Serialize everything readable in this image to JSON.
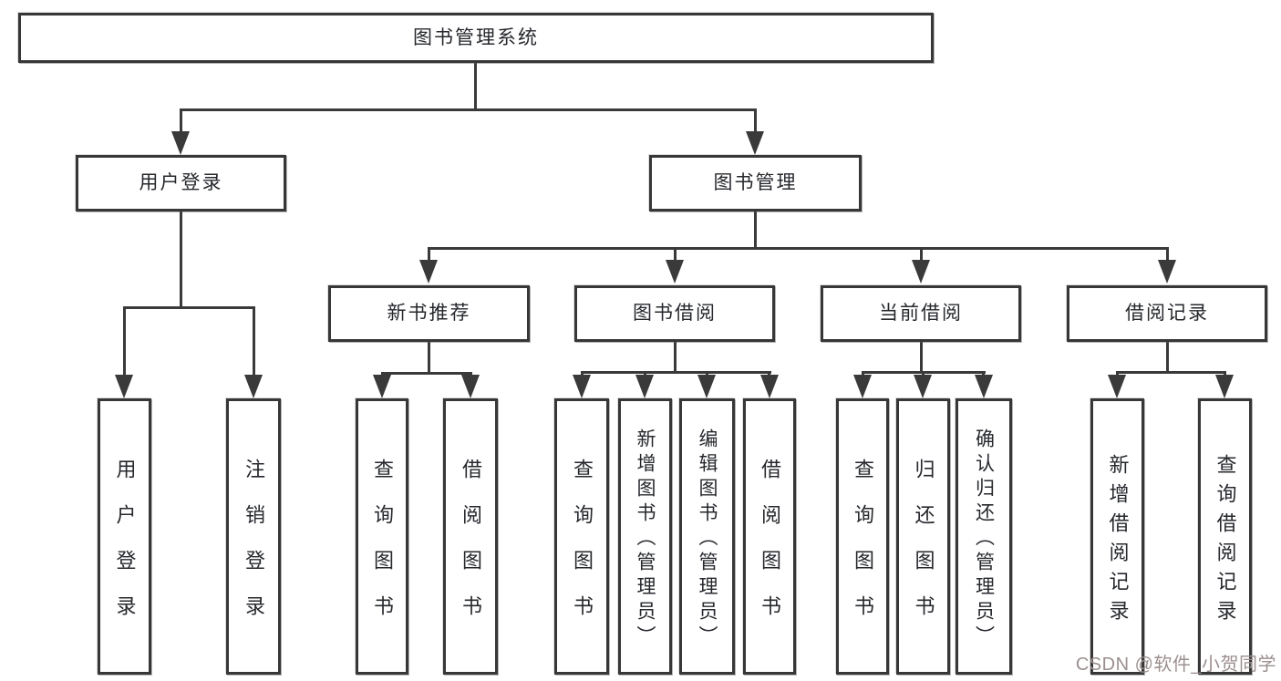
{
  "tree": {
    "label": "图书管理系统",
    "children": [
      {
        "label": "用户登录",
        "children": [
          {
            "label": "用户登录"
          },
          {
            "label": "注销登录"
          }
        ]
      },
      {
        "label": "图书管理",
        "children": [
          {
            "label": "新书推荐",
            "children": [
              {
                "label": "查询图书"
              },
              {
                "label": "借阅图书"
              }
            ]
          },
          {
            "label": "图书借阅",
            "children": [
              {
                "label": "查询图书"
              },
              {
                "label": "新增图书（管理员）"
              },
              {
                "label": "编辑图书（管理员）"
              },
              {
                "label": "借阅图书"
              }
            ]
          },
          {
            "label": "当前借阅",
            "children": [
              {
                "label": "查询图书"
              },
              {
                "label": "归还图书"
              },
              {
                "label": "确认归还（管理员）"
              }
            ]
          },
          {
            "label": "借阅记录",
            "children": [
              {
                "label": "新增借阅记录"
              },
              {
                "label": "查询借阅记录"
              }
            ]
          }
        ]
      }
    ]
  },
  "watermark": {
    "text": "CSDN @软件_小贺同学"
  },
  "colors": {
    "background": "#ffffff",
    "box_fill": "#ffffff",
    "box_border": "#373737",
    "connector_line": "#3a3a3a",
    "text": "#26282d",
    "watermark": "#9c8f8f"
  }
}
